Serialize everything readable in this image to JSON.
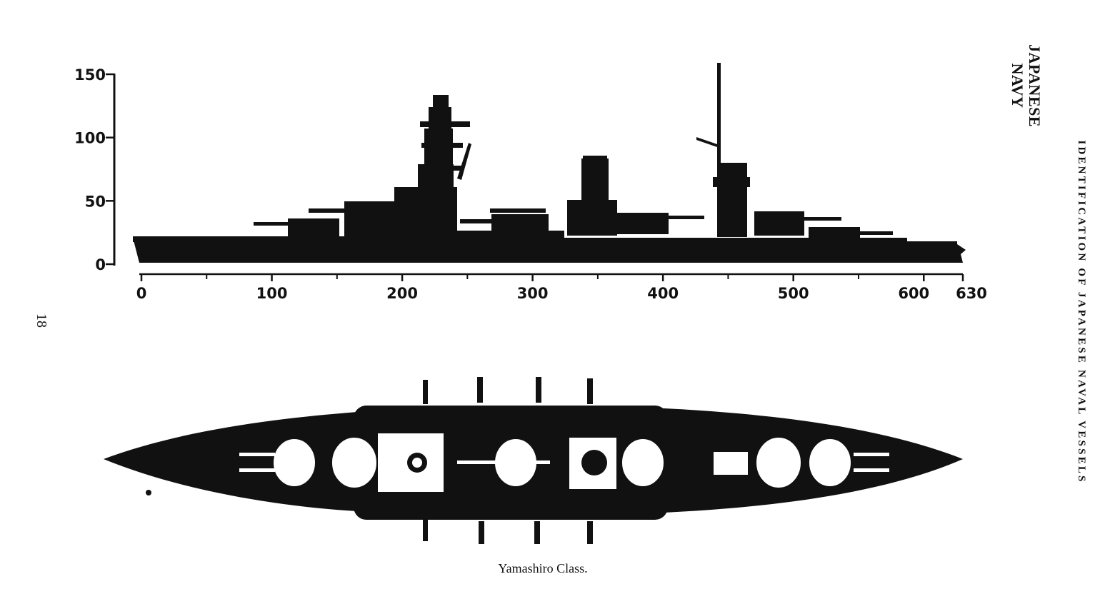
{
  "header": {
    "navy_line1": "JAPANESE",
    "navy_line2": "NAVY",
    "running_title": "IDENTIFICATION OF JAPANESE NAVAL VESSELS"
  },
  "page_number": "18",
  "caption": "Yamashiro Class.",
  "profile_scale": {
    "x_ticks": [
      {
        "value": 0,
        "label": "0"
      },
      {
        "value": 100,
        "label": "100"
      },
      {
        "value": 200,
        "label": "200"
      },
      {
        "value": 300,
        "label": "300"
      },
      {
        "value": 400,
        "label": "400"
      },
      {
        "value": 500,
        "label": "500"
      },
      {
        "value": 600,
        "label": "600"
      },
      {
        "value": 630,
        "label": "630"
      }
    ],
    "y_ticks": [
      {
        "value": 0,
        "label": "0"
      },
      {
        "value": 50,
        "label": "50"
      },
      {
        "value": 100,
        "label": "100"
      },
      {
        "value": 150,
        "label": "150"
      }
    ],
    "x_range": [
      0,
      630
    ],
    "y_range": [
      0,
      150
    ]
  },
  "colors": {
    "ink": "#111111",
    "paper": "#ffffff"
  }
}
